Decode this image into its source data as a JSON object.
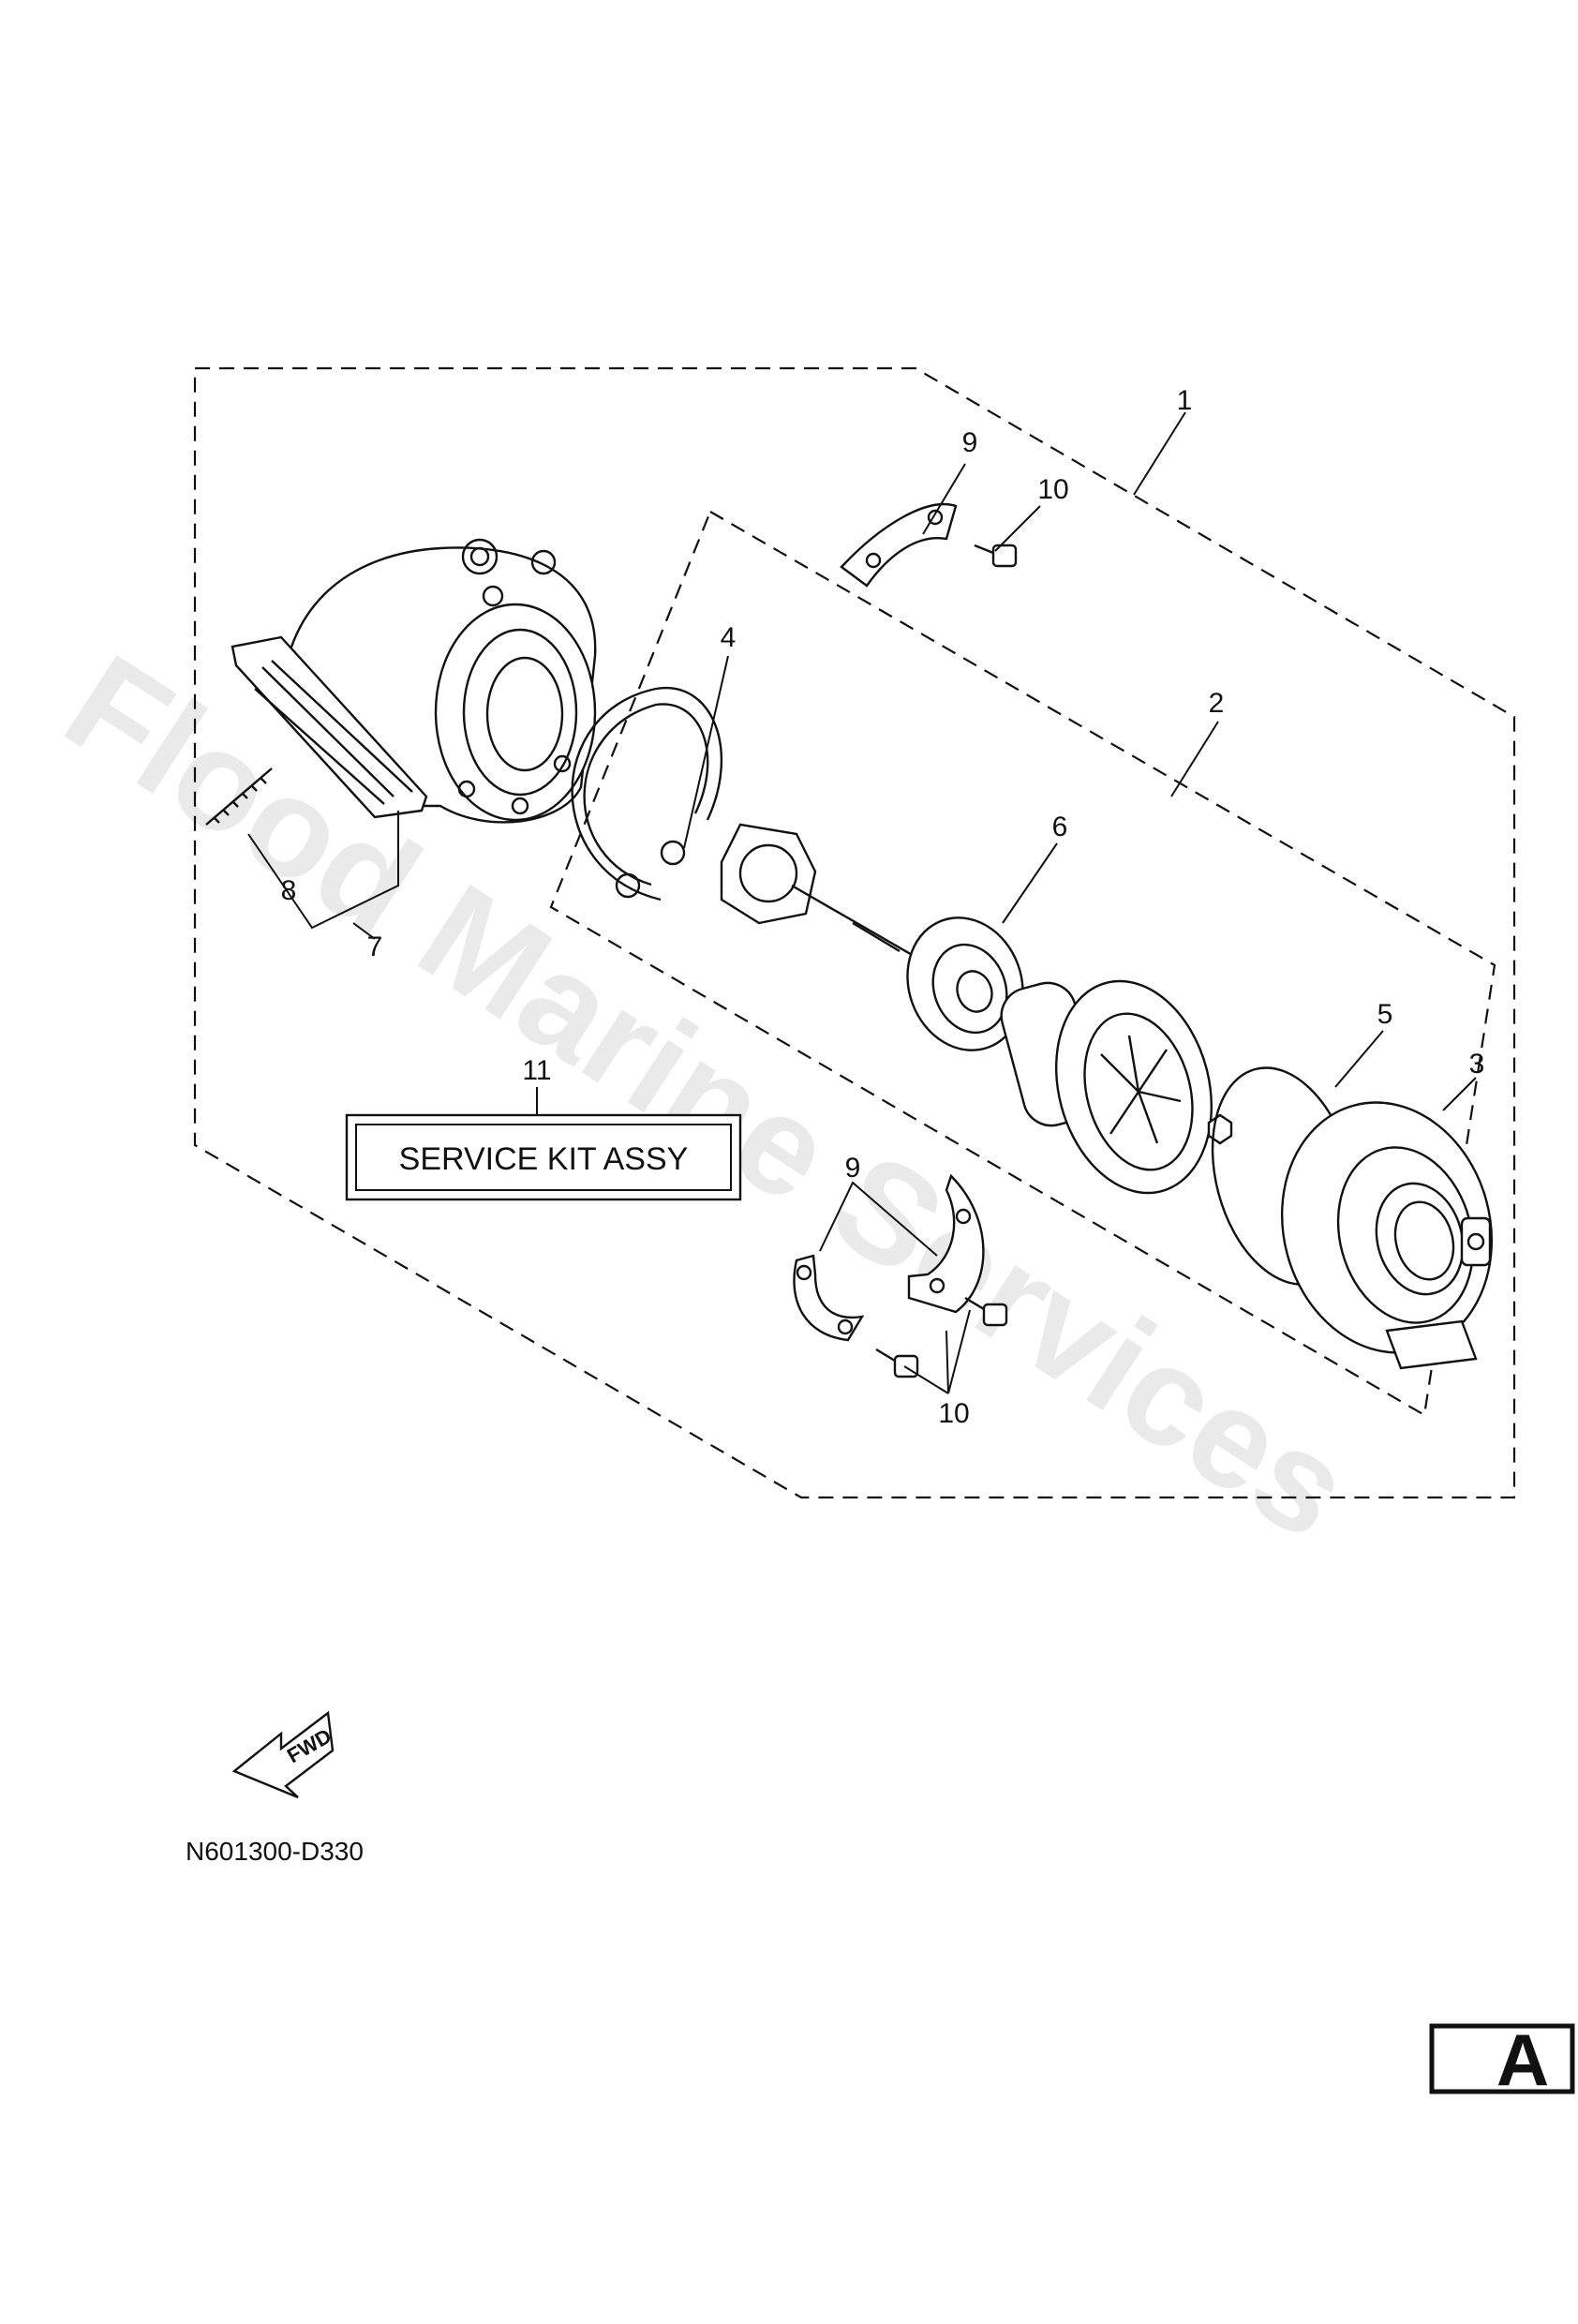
{
  "watermark": "Flood Marine Services",
  "callouts": {
    "c1": "1",
    "c2": "2",
    "c3": "3",
    "c4": "4",
    "c5": "5",
    "c6": "6",
    "c7": "7",
    "c8": "8",
    "c9a": "9",
    "c9b": "9",
    "c10a": "10",
    "c10b": "10",
    "c11": "11"
  },
  "service_kit_label": "SERVICE KIT ASSY",
  "fwd_label": "FWD",
  "diagram_code": "N601300-D330",
  "page_letter": "A",
  "icons": {
    "fwd_arrow": "forward-direction-arrow",
    "page_marker": "page-section-box"
  }
}
